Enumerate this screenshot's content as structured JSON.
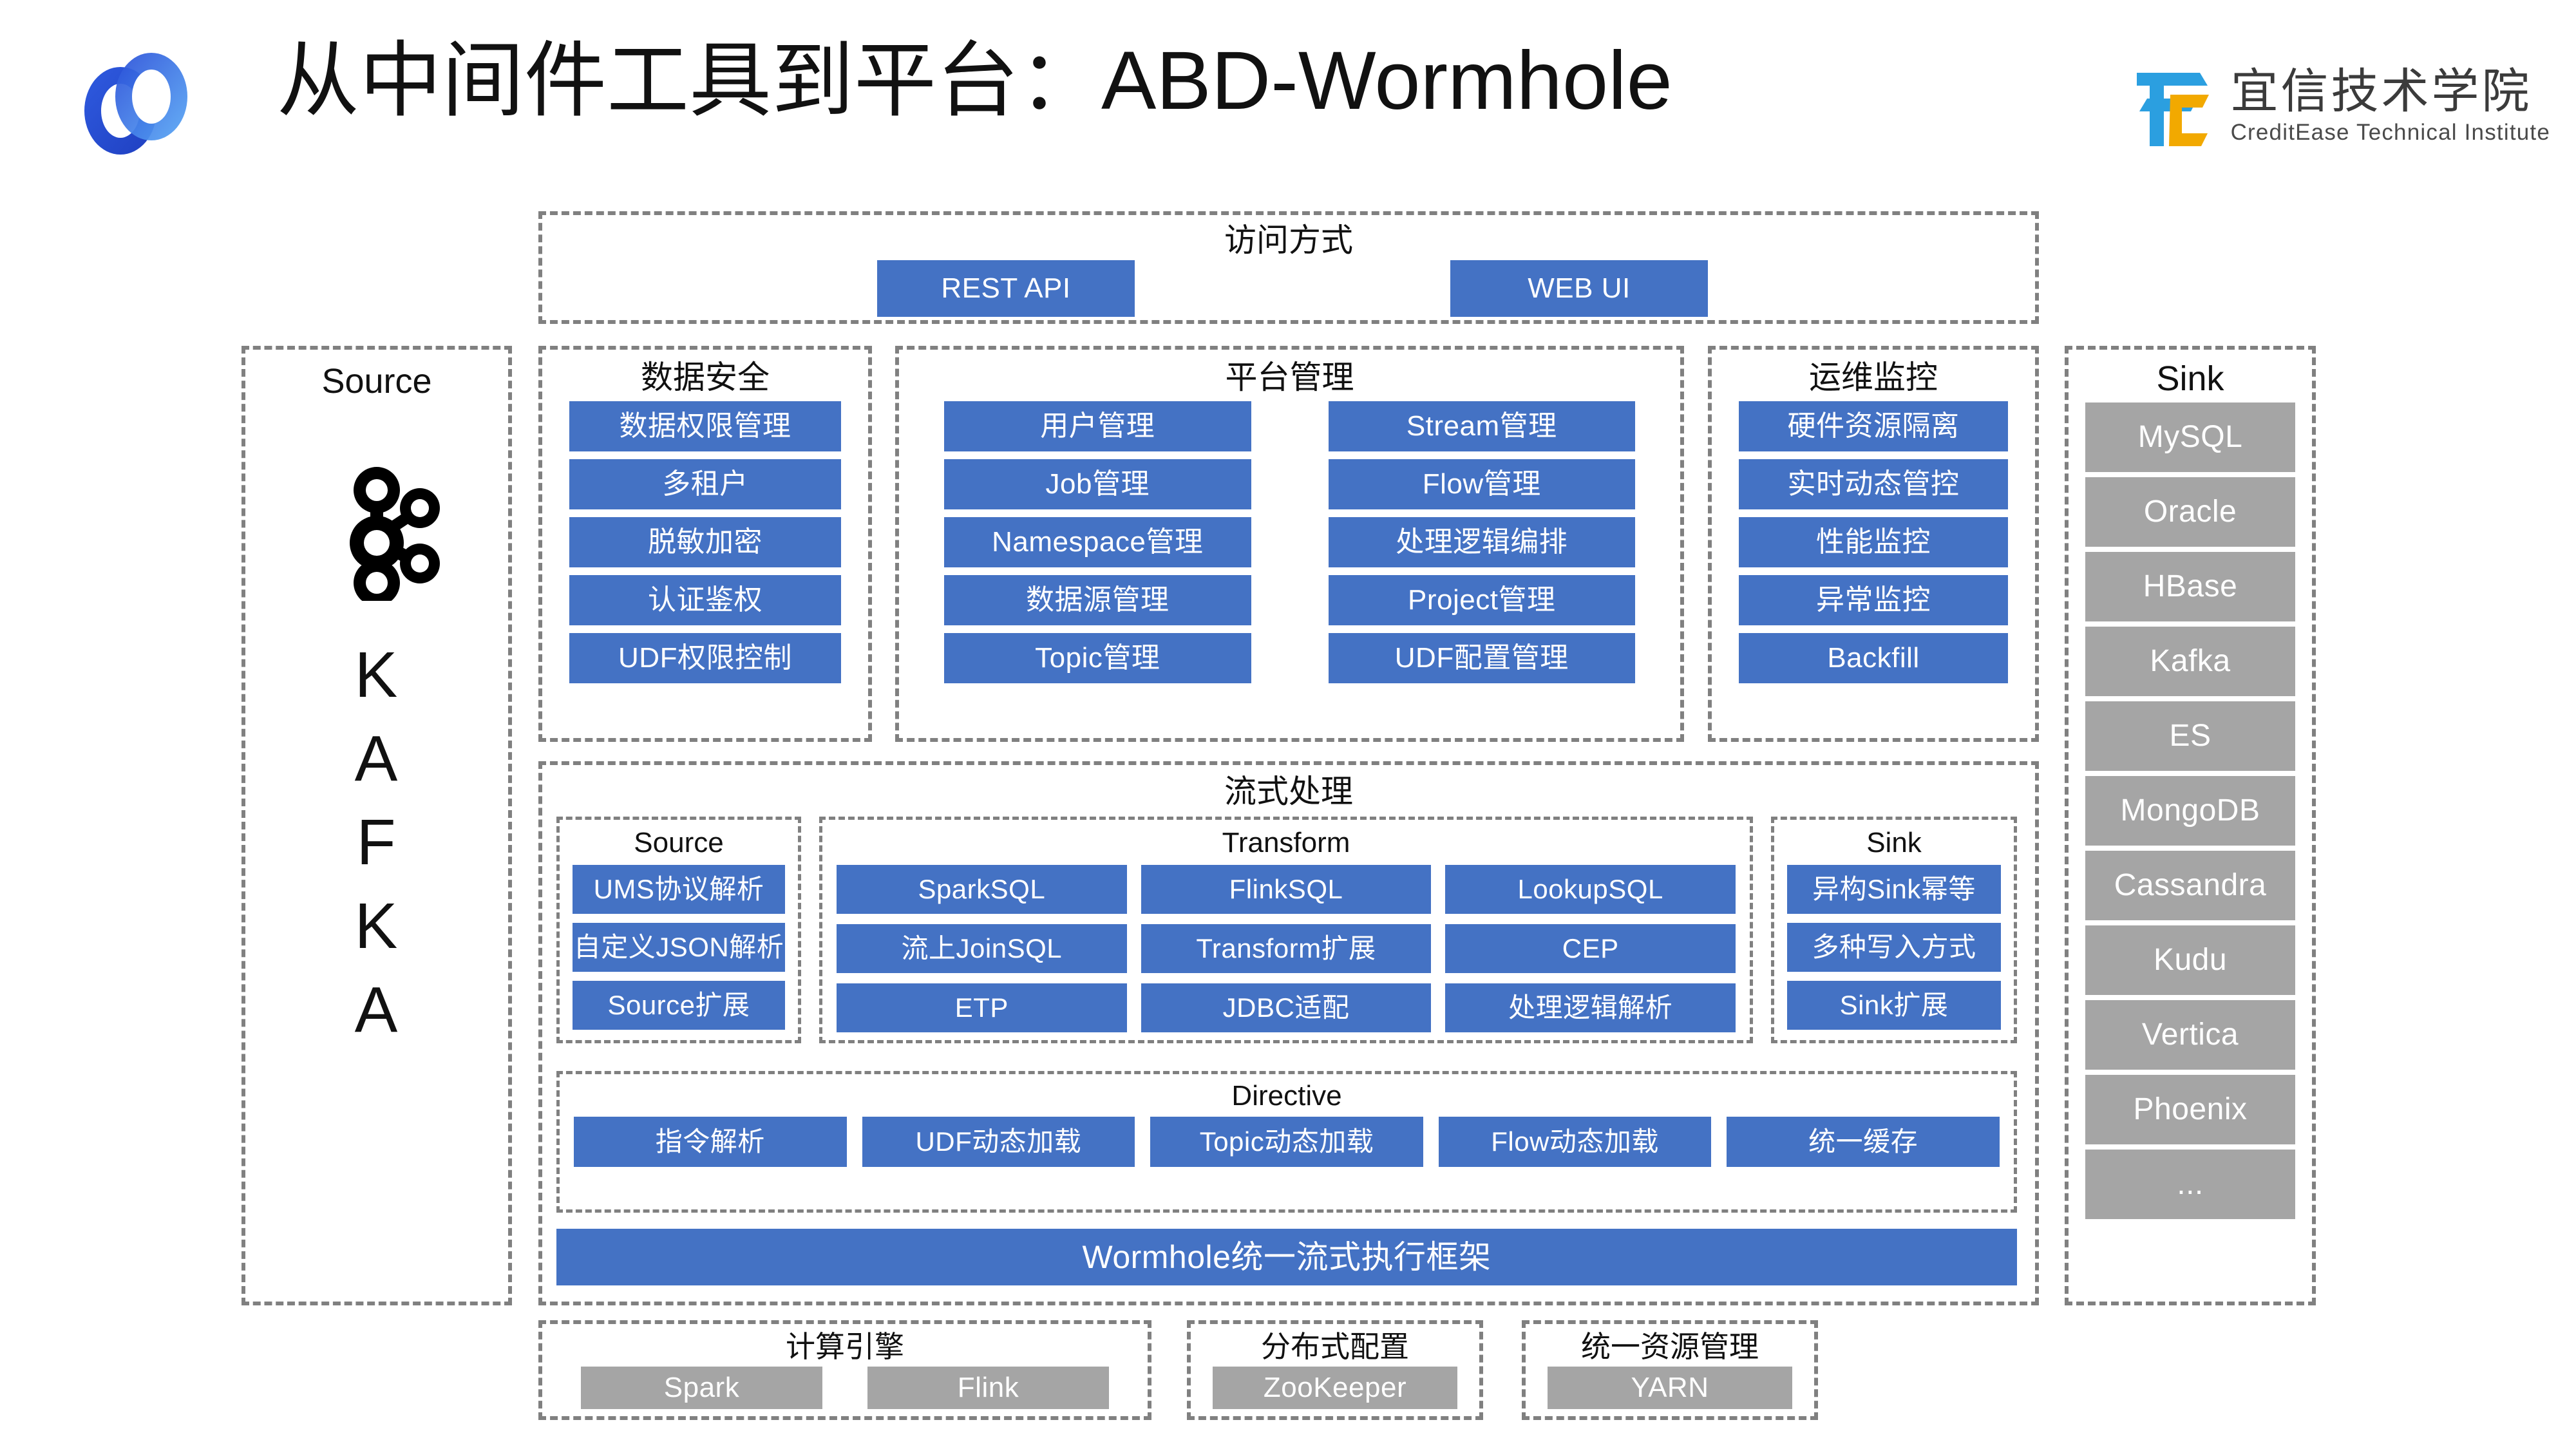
{
  "header": {
    "title": "从中间件工具到平台：ABD-Wormhole",
    "brand_cn": "宜信技术学院",
    "brand_en": "CreditEase Technical Institute"
  },
  "colors": {
    "blue": "#4472C4",
    "gray": "#A5A5A5",
    "dash": "#808080",
    "logo_blue": "#2B54D4",
    "brand_blue": "#2B9FE0",
    "brand_yellow": "#F2A900"
  },
  "access": {
    "title": "访问方式",
    "items": [
      "REST API",
      "WEB UI"
    ]
  },
  "source": {
    "title": "Source",
    "word": [
      "K",
      "A",
      "F",
      "K",
      "A"
    ]
  },
  "security": {
    "title": "数据安全",
    "items": [
      "数据权限管理",
      "多租户",
      "脱敏加密",
      "认证鉴权",
      "UDF权限控制"
    ]
  },
  "platform": {
    "title": "平台管理",
    "left": [
      "用户管理",
      "Job管理",
      "Namespace管理",
      "数据源管理",
      "Topic管理"
    ],
    "right": [
      "Stream管理",
      "Flow管理",
      "处理逻辑编排",
      "Project管理",
      "UDF配置管理"
    ]
  },
  "ops": {
    "title": "运维监控",
    "items": [
      "硬件资源隔离",
      "实时动态管控",
      "性能监控",
      "异常监控",
      "Backfill"
    ]
  },
  "sink_col": {
    "title": "Sink",
    "items": [
      "MySQL",
      "Oracle",
      "HBase",
      "Kafka",
      "ES",
      "MongoDB",
      "Cassandra",
      "Kudu",
      "Vertica",
      "Phoenix",
      "..."
    ]
  },
  "streaming": {
    "title": "流式处理",
    "source": {
      "title": "Source",
      "items": [
        "UMS协议解析",
        "自定义JSON解析",
        "Source扩展"
      ]
    },
    "transform": {
      "title": "Transform",
      "items": [
        "SparkSQL",
        "FlinkSQL",
        "LookupSQL",
        "流上JoinSQL",
        "Transform扩展",
        "CEP",
        "ETP",
        "JDBC适配",
        "处理逻辑解析"
      ]
    },
    "sink": {
      "title": "Sink",
      "items": [
        "异构Sink幂等",
        "多种写入方式",
        "Sink扩展"
      ]
    },
    "directive": {
      "title": "Directive",
      "items": [
        "指令解析",
        "UDF动态加载",
        "Topic动态加载",
        "Flow动态加载",
        "统一缓存"
      ]
    },
    "framework": "Wormhole统一流式执行框架"
  },
  "engine": {
    "title": "计算引擎",
    "items": [
      "Spark",
      "Flink"
    ]
  },
  "config": {
    "title": "分布式配置",
    "items": [
      "ZooKeeper"
    ]
  },
  "resource": {
    "title": "统一资源管理",
    "items": [
      "YARN"
    ]
  }
}
